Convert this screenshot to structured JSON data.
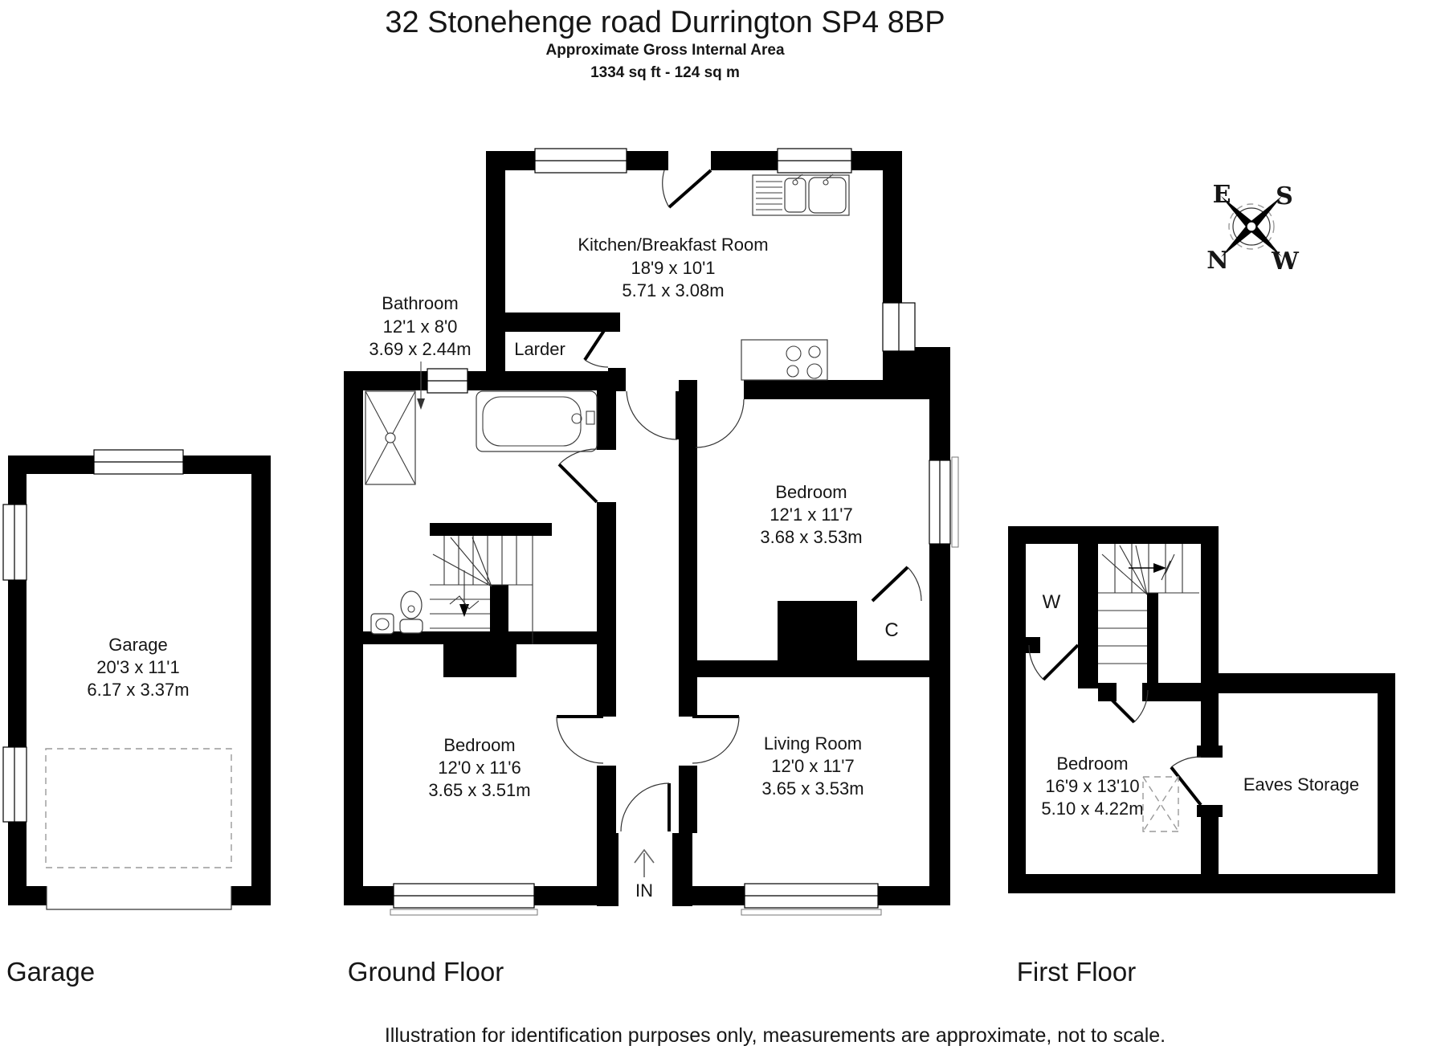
{
  "header": {
    "title": "32 Stonehenge road Durrington SP4 8BP",
    "subtitle": "Approximate Gross Internal Area",
    "area": "1334 sq ft - 124 sq m"
  },
  "compass": {
    "e": "E",
    "s": "S",
    "n": "N",
    "w": "W"
  },
  "rooms": {
    "kitchen": {
      "name": "Kitchen/Breakfast Room",
      "imperial": "18'9 x 10'1",
      "metric": "5.71 x 3.08m"
    },
    "bathroom": {
      "name": "Bathroom",
      "imperial": "12'1 x 8'0",
      "metric": "3.69 x 2.44m"
    },
    "larder": {
      "name": "Larder"
    },
    "bedroom_ground_right": {
      "name": "Bedroom",
      "imperial": "12'1 x 11'7",
      "metric": "3.68 x 3.53m"
    },
    "bedroom_ground_left": {
      "name": "Bedroom",
      "imperial": "12'0 x 11'6",
      "metric": "3.65 x 3.51m"
    },
    "living_room": {
      "name": "Living Room",
      "imperial": "12'0 x 11'7",
      "metric": "3.65 x 3.53m"
    },
    "garage": {
      "name": "Garage",
      "imperial": "20'3 x 11'1",
      "metric": "6.17 x 3.37m"
    },
    "bedroom_first": {
      "name": "Bedroom",
      "imperial": "16'9 x 13'10",
      "metric": "5.10 x 4.22m"
    },
    "eaves": {
      "name": "Eaves Storage"
    },
    "wardrobe": {
      "name": "W"
    },
    "cupboard": {
      "name": "C"
    },
    "entrance": {
      "name": "IN"
    }
  },
  "captions": {
    "garage": "Garage",
    "ground": "Ground Floor",
    "first": "First Floor"
  },
  "footer": {
    "disclaimer": "Illustration for identification purposes only, measurements are approximate, not to scale."
  },
  "colors": {
    "wall": "#000000",
    "background": "#ffffff",
    "dashed_line": "#9a9a9a"
  }
}
